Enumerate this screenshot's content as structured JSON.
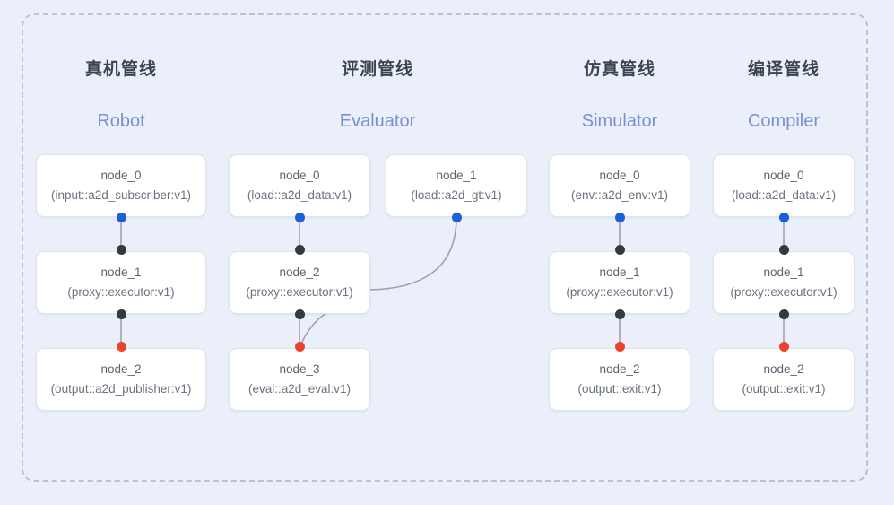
{
  "diagram": {
    "background_color": "#eaeff9",
    "frame_border_color": "#b9c2d6",
    "node_fill": "#ffffff",
    "node_border": "#dfe3ea",
    "title_color": "#3c4450",
    "subtitle_color": "#7b8fd4",
    "edge_color": "#9aa3b4",
    "dot_colors": {
      "blue": "#1a60d8",
      "black": "#353a42",
      "red": "#e8452c"
    }
  },
  "columns": [
    {
      "title": "真机管线",
      "subtitle": "Robot",
      "nodes": [
        {
          "id": "node_0",
          "kind": "(input::a2d_subscriber:v1)"
        },
        {
          "id": "node_1",
          "kind": "(proxy::executor:v1)"
        },
        {
          "id": "node_2",
          "kind": "(output::a2d_publisher:v1)"
        }
      ]
    },
    {
      "title": "评测管线",
      "subtitle": "Evaluator",
      "nodes": [
        {
          "id": "node_0",
          "kind": "(load::a2d_data:v1)"
        },
        {
          "id": "node_1",
          "kind": "(load::a2d_gt:v1)"
        },
        {
          "id": "node_2",
          "kind": "(proxy::executor:v1)"
        },
        {
          "id": "node_3",
          "kind": "(eval::a2d_eval:v1)"
        }
      ]
    },
    {
      "title": "仿真管线",
      "subtitle": "Simulator",
      "nodes": [
        {
          "id": "node_0",
          "kind": "(env::a2d_env:v1)"
        },
        {
          "id": "node_1",
          "kind": "(proxy::executor:v1)"
        },
        {
          "id": "node_2",
          "kind": "(output::exit:v1)"
        }
      ]
    },
    {
      "title": "编译管线",
      "subtitle": "Compiler",
      "nodes": [
        {
          "id": "node_0",
          "kind": "(load::a2d_data:v1)"
        },
        {
          "id": "node_1",
          "kind": "(proxy::executor:v1)"
        },
        {
          "id": "node_2",
          "kind": "(output::exit:v1)"
        }
      ]
    }
  ]
}
